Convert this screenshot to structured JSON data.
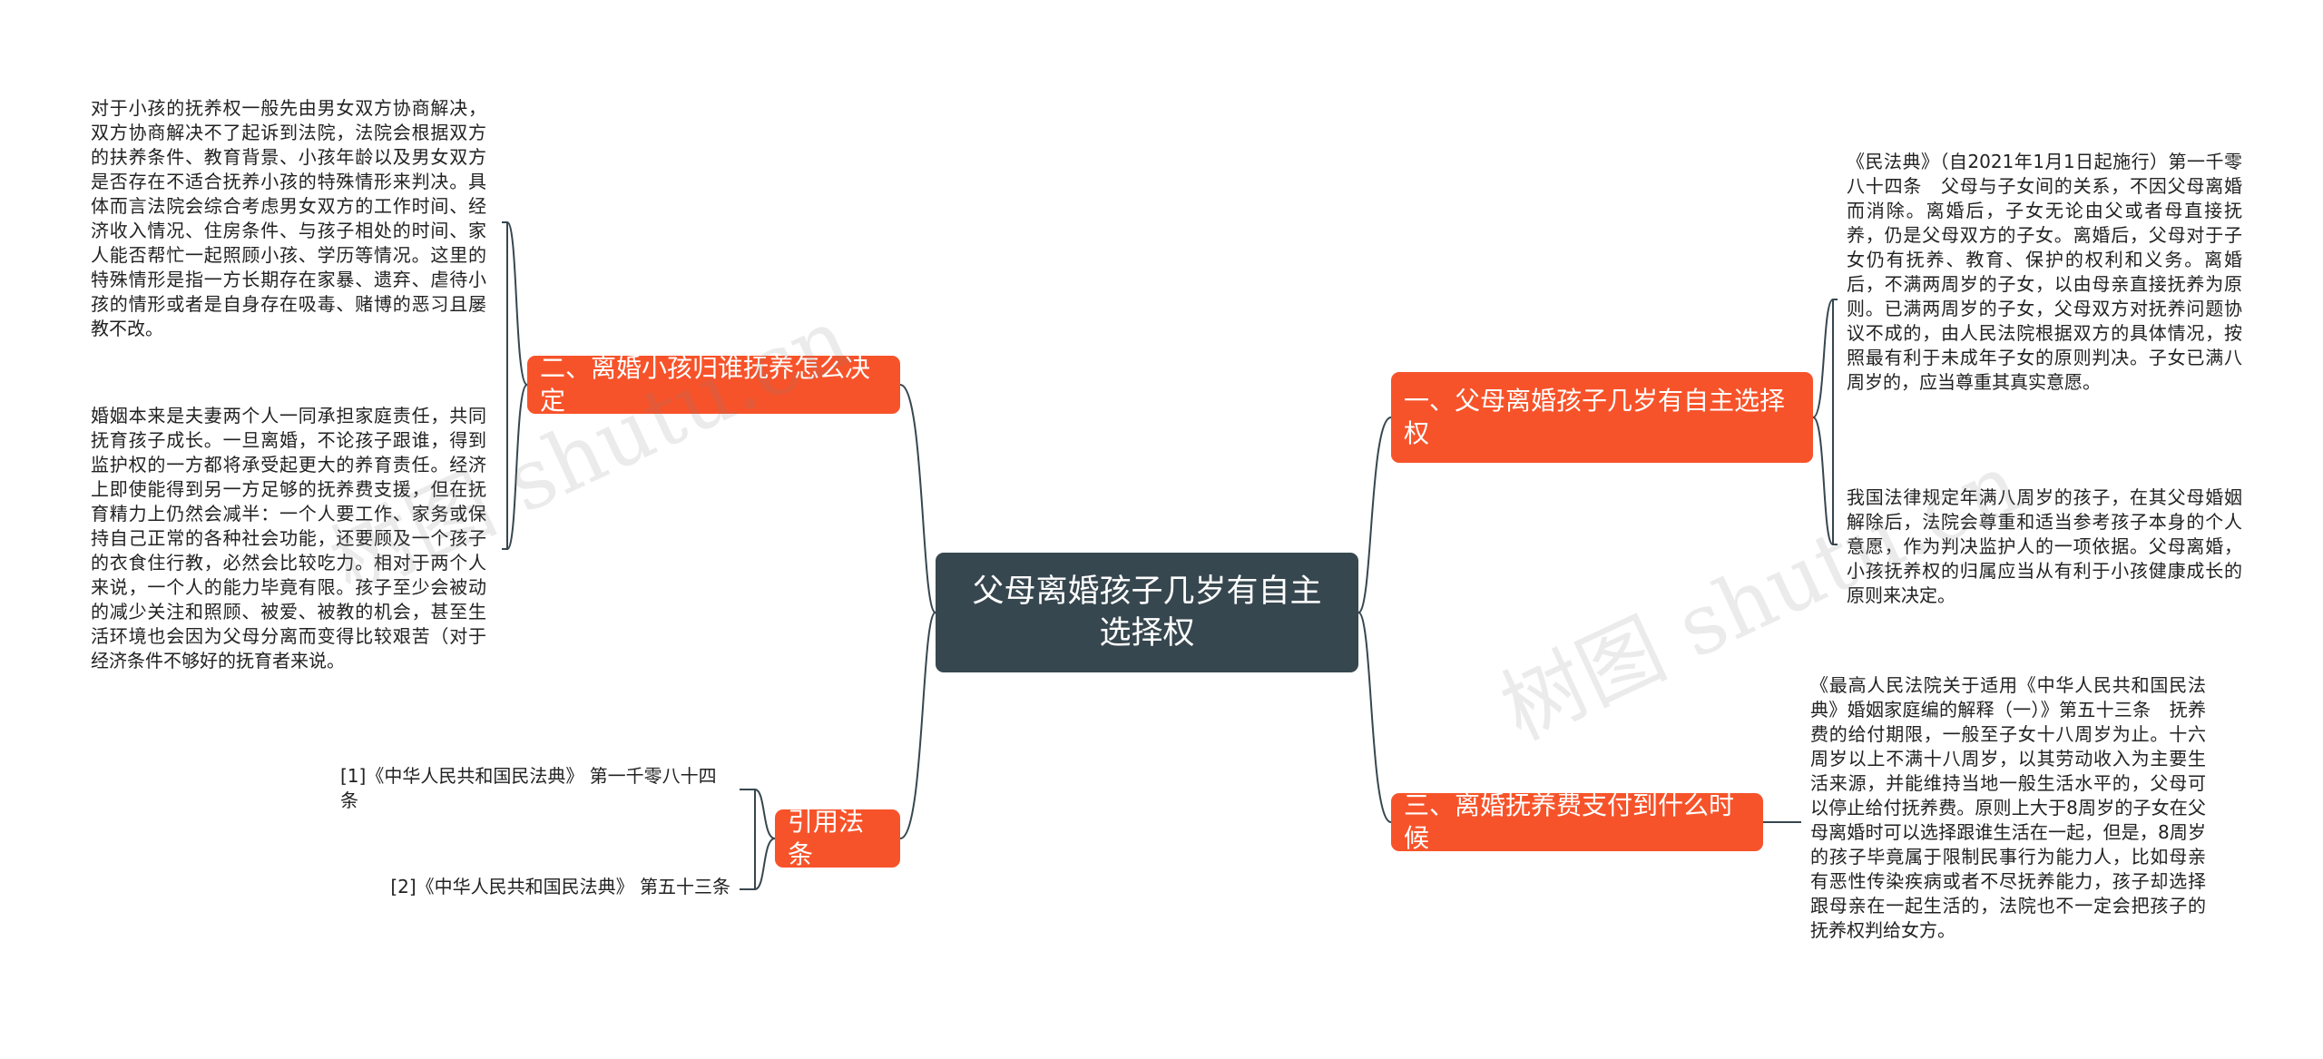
{
  "root": {
    "label": "父母离婚孩子几岁有自主选择权"
  },
  "branches": {
    "b1": {
      "label": "一、父母离婚孩子几岁有自主选择权"
    },
    "b2": {
      "label": "二、离婚小孩归谁抚养怎么决定"
    },
    "b3": {
      "label": "三、离婚抚养费支付到什么时候"
    },
    "b4": {
      "label": "引用法条"
    }
  },
  "leaves": {
    "l1": "《民法典》（自2021年1月1日起施行）第一千零八十四条　父母与子女间的关系，不因父母离婚而消除。离婚后，子女无论由父或者母直接抚养，仍是父母双方的子女。离婚后，父母对于子女仍有抚养、教育、保护的权利和义务。离婚后，不满两周岁的子女，以由母亲直接抚养为原则。已满两周岁的子女，父母双方对抚养问题协议不成的，由人民法院根据双方的具体情况，按照最有利于未成年子女的原则判决。子女已满八周岁的，应当尊重其真实意愿。",
    "l2": "我国法律规定年满八周岁的孩子，在其父母婚姻解除后，法院会尊重和适当参考孩子本身的个人意愿，作为判决监护人的一项依据。父母离婚，小孩抚养权的归属应当从有利于小孩健康成长的原则来决定。",
    "l3": "对于小孩的抚养权一般先由男女双方协商解决，双方协商解决不了起诉到法院，法院会根据双方的扶养条件、教育背景、小孩年龄以及男女双方是否存在不适合抚养小孩的特殊情形来判决。具体而言法院会综合考虑男女双方的工作时间、经济收入情况、住房条件、与孩子相处的时间、家人能否帮忙一起照顾小孩、学历等情况。这里的特殊情形是指一方长期存在家暴、遗弃、虐待小孩的情形或者是自身存在吸毒、赌博的恶习且屡教不改。",
    "l4": "婚姻本来是夫妻两个人一同承担家庭责任，共同抚育孩子成长。一旦离婚，不论孩子跟谁，得到监护权的一方都将承受起更大的养育责任。经济上即使能得到另一方足够的抚养费支援，但在抚育精力上仍然会减半：一个人要工作、家务或保持自己正常的各种社会功能，还要顾及一个孩子的衣食住行教，必然会比较吃力。相对于两个人来说，一个人的能力毕竟有限。孩子至少会被动的减少关注和照顾、被爱、被教的机会，甚至生活环境也会因为父母分离而变得比较艰苦（对于经济条件不够好的抚育者来说。",
    "l5": "《最高人民法院关于适用《中华人民共和国民法典》婚姻家庭编的解释（一）》第五十三条　抚养费的给付期限，一般至子女十八周岁为止。十六周岁以上不满十八周岁，以其劳动收入为主要生活来源，并能维持当地一般生活水平的，父母可以停止给付抚养费。原则上大于8周岁的子女在父母离婚时可以选择跟谁生活在一起，但是，8周岁的孩子毕竟属于限制民事行为能力人，比如母亲有恶性传染疾病或者不尽抚养能力，孩子却选择跟母亲在一起生活的，法院也不一定会把孩子的抚养权判给女方。",
    "l6": "[1]《中华人民共和国民法典》 第一千零八十四条",
    "l7": "[2]《中华人民共和国民法典》 第五十三条"
  },
  "watermark": "树图 shutu.cn",
  "colors": {
    "root": "#37474f",
    "branch": "#f7532a",
    "line": "#37474f"
  }
}
